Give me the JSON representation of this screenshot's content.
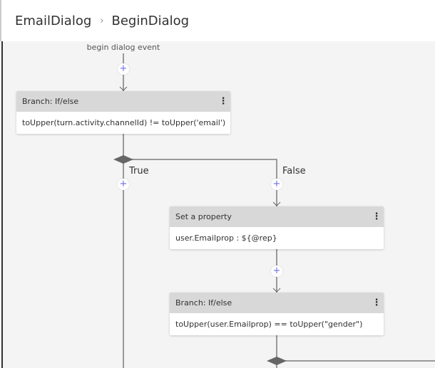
{
  "breadcrumb": {
    "items": [
      "EmailDialog",
      "BeginDialog"
    ],
    "separator": "›"
  },
  "flow": {
    "event_label": "begin dialog event",
    "cards": [
      {
        "title": "Branch: If/else",
        "body": "toUpper(turn.activity.channelId) != toUpper('email')",
        "menu": "⋮"
      },
      {
        "title": "Set a property",
        "body": "user.Emailprop : ${@rep}",
        "menu": "⋮"
      },
      {
        "title": "Branch: If/else",
        "body": "toUpper(user.Emailprop) == toUpper(\"gender\")",
        "menu": "⋮"
      }
    ],
    "branch_labels": {
      "true": "True",
      "false": "False"
    },
    "add_icon": "+"
  },
  "colors": {
    "connector": "#999999",
    "diamond": "#666666",
    "add": "#6b6bf0",
    "card_header": "#d8d8d8"
  }
}
